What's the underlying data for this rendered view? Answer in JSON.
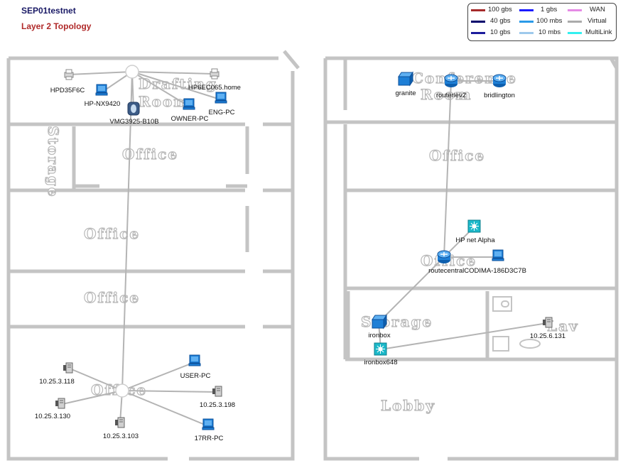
{
  "header": {
    "network_name": "SEP01testnet",
    "view_name": "Layer 2 Topology"
  },
  "legend": [
    {
      "label": "100 gbs",
      "color": "#a52a2a"
    },
    {
      "label": "40 gbs",
      "color": "#00006b"
    },
    {
      "label": "10 gbs",
      "color": "#1c1c9c"
    },
    {
      "label": "1 gbs",
      "color": "#1a1aff"
    },
    {
      "label": "100 mbs",
      "color": "#2a9ae8"
    },
    {
      "label": "10 mbs",
      "color": "#9ec9ec"
    },
    {
      "label": "WAN",
      "color": "#e58ae5"
    },
    {
      "label": "Virtual",
      "color": "#aaaaaa"
    },
    {
      "label": "MultiLink",
      "color": "#33f0f0"
    }
  ],
  "floorplan_labels": {
    "drafting_room": "Drafting Room",
    "storage_left": "Storage",
    "office_1": "Office",
    "office_2": "Office",
    "office_3": "Office",
    "office_4": "Office",
    "conference_room": "Conference Room",
    "office_right": "Office",
    "office_right_2": "Office",
    "storage_right": "Storage",
    "lav": "Lav",
    "lobby": "Lobby"
  },
  "nodes": {
    "hpd35f6c": {
      "label": "HPD35F6C",
      "icon": "printer-icon"
    },
    "hp_nx9420": {
      "label": "HP-NX9420",
      "icon": "workstation-icon"
    },
    "vmg3925": {
      "label": "VMG3925-B10B",
      "icon": "gateway-icon"
    },
    "owner_pc": {
      "label": "OWNER-PC",
      "icon": "workstation-icon"
    },
    "hp6ec065": {
      "label": "HP6EC065.home",
      "icon": "printer-icon"
    },
    "eng_pc": {
      "label": "ENG-PC",
      "icon": "workstation-icon"
    },
    "granite": {
      "label": "granite",
      "icon": "switch-icon"
    },
    "routerlev2": {
      "label": "routerlev2",
      "icon": "router-icon"
    },
    "bridlington": {
      "label": "bridlington",
      "icon": "router-icon"
    },
    "hp_net_alpha": {
      "label": "HP net Alpha",
      "icon": "access-point-icon"
    },
    "routecentral": {
      "label": "routecentralCODIMA-186D3C7B",
      "icon": "router-icon"
    },
    "ironbox": {
      "label": "ironbox",
      "icon": "switch-icon"
    },
    "ironbox648": {
      "label": "ironbox648",
      "icon": "access-point-icon"
    },
    "n10_25_6_131": {
      "label": "10.25.6.131",
      "icon": "host-icon"
    },
    "n10_25_3_118": {
      "label": "10.25.3.118",
      "icon": "host-icon"
    },
    "n10_25_3_130": {
      "label": "10.25.3.130",
      "icon": "host-icon"
    },
    "n10_25_3_103": {
      "label": "10.25.3.103",
      "icon": "host-icon"
    },
    "user_pc": {
      "label": "USER-PC",
      "icon": "workstation-icon"
    },
    "n10_25_3_198": {
      "label": "10.25.3.198",
      "icon": "host-icon"
    },
    "n17rr_pc": {
      "label": "17RR-PC",
      "icon": "workstation-icon"
    }
  }
}
